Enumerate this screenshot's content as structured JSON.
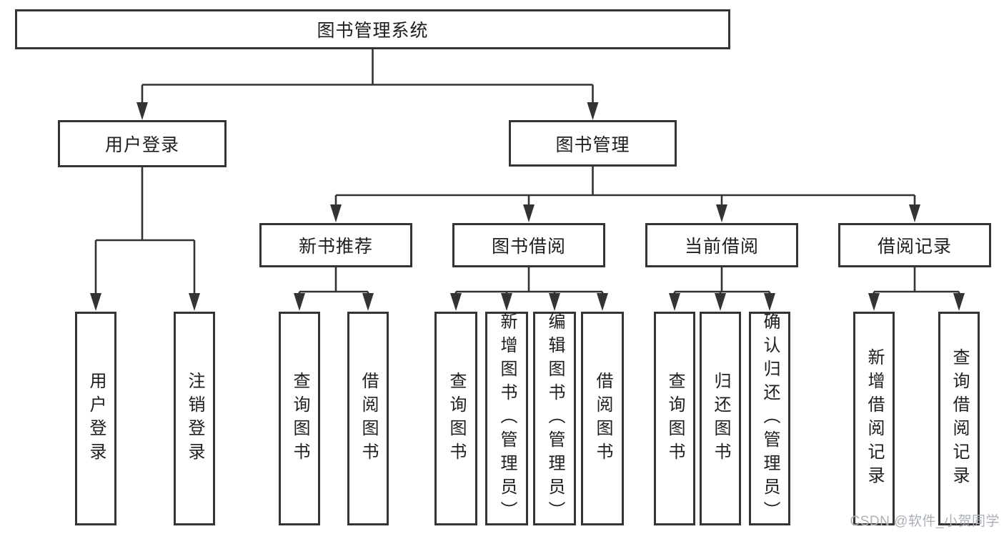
{
  "diagram": {
    "type": "hierarchy-tree",
    "root": {
      "label": "图书管理系统"
    },
    "branches": [
      {
        "label": "用户登录"
      },
      {
        "label": "图书管理"
      }
    ],
    "modules": [
      {
        "label": "新书推荐",
        "parent": "图书管理"
      },
      {
        "label": "图书借阅",
        "parent": "图书管理"
      },
      {
        "label": "当前借阅",
        "parent": "图书管理"
      },
      {
        "label": "借阅记录",
        "parent": "图书管理"
      }
    ],
    "leaves": [
      {
        "label": "用户登录",
        "parent": "用户登录"
      },
      {
        "label": "注销登录",
        "parent": "用户登录"
      },
      {
        "label": "查询图书",
        "parent": "新书推荐"
      },
      {
        "label": "借阅图书",
        "parent": "新书推荐"
      },
      {
        "label": "查询图书",
        "parent": "图书借阅"
      },
      {
        "label": "新增图书（管理员）",
        "parent": "图书借阅"
      },
      {
        "label": "编辑图书（管理员）",
        "parent": "图书借阅"
      },
      {
        "label": "借阅图书",
        "parent": "图书借阅"
      },
      {
        "label": "查询图书",
        "parent": "当前借阅"
      },
      {
        "label": "归还图书",
        "parent": "当前借阅"
      },
      {
        "label": "确认归还（管理员）",
        "parent": "当前借阅"
      },
      {
        "label": "新增借阅记录",
        "parent": "借阅记录"
      },
      {
        "label": "查询借阅记录",
        "parent": "借阅记录"
      }
    ]
  },
  "watermark": "CSDN @软件_小贺同学",
  "colors": {
    "line": "#333333",
    "box_border": "#343434",
    "text": "#1e1e1e",
    "watermark": "#aab0b6",
    "background": "#ffffff"
  }
}
